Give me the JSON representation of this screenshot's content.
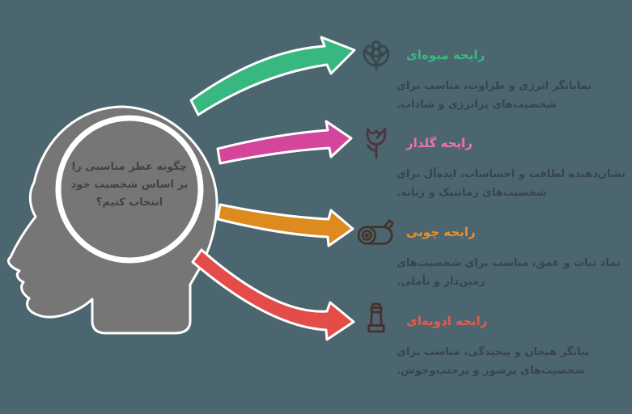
{
  "background_color": "#4b666e",
  "text_color": "#38454a",
  "head": {
    "question": "چگونه عطر مناسبی را بر اساس شخصیت خود انتخاب کنیم؟",
    "fill_color": "#767676",
    "text_color": "#3e4347",
    "outline_color": "#ffffff"
  },
  "items": [
    {
      "id": "fruity",
      "title": "رایحه میوه‌ای",
      "description": "نمایانگر انرژی و طراوت، مناسب برای شخصیت‌های پرانرژی و شاداب.",
      "title_color": "#3eb585",
      "arrow_color": "#36b880",
      "icon": "fruit-icon",
      "icon_color": "#36474d"
    },
    {
      "id": "floral",
      "title": "رایحه گلدار",
      "description": "نشان‌دهنده لطافت و احساسات، ایده‌آل برای شخصیت‌های رمانتیک و زنانه.",
      "title_color": "#ee72b2",
      "arrow_color": "#d4459c",
      "icon": "flower-icon",
      "icon_color": "#4b3540"
    },
    {
      "id": "woody",
      "title": "رایحه چوبی",
      "description": "نماد ثبات و عمق، مناسب برای شخصیت‌های زمین‌دار و تأملی.",
      "title_color": "#ee8c2e",
      "arrow_color": "#dd8b1f",
      "icon": "wood-icon",
      "icon_color": "#44332a"
    },
    {
      "id": "spicy",
      "title": "رایحه ادویه‌ای",
      "description": "بیانگر هیجان و پیچیدگی، مناسب برای شخصیت‌های پرشور و پرجنب‌وجوش.",
      "title_color": "#e75a50",
      "arrow_color": "#e44c49",
      "icon": "spice-icon",
      "icon_color": "#472f2f"
    }
  ]
}
